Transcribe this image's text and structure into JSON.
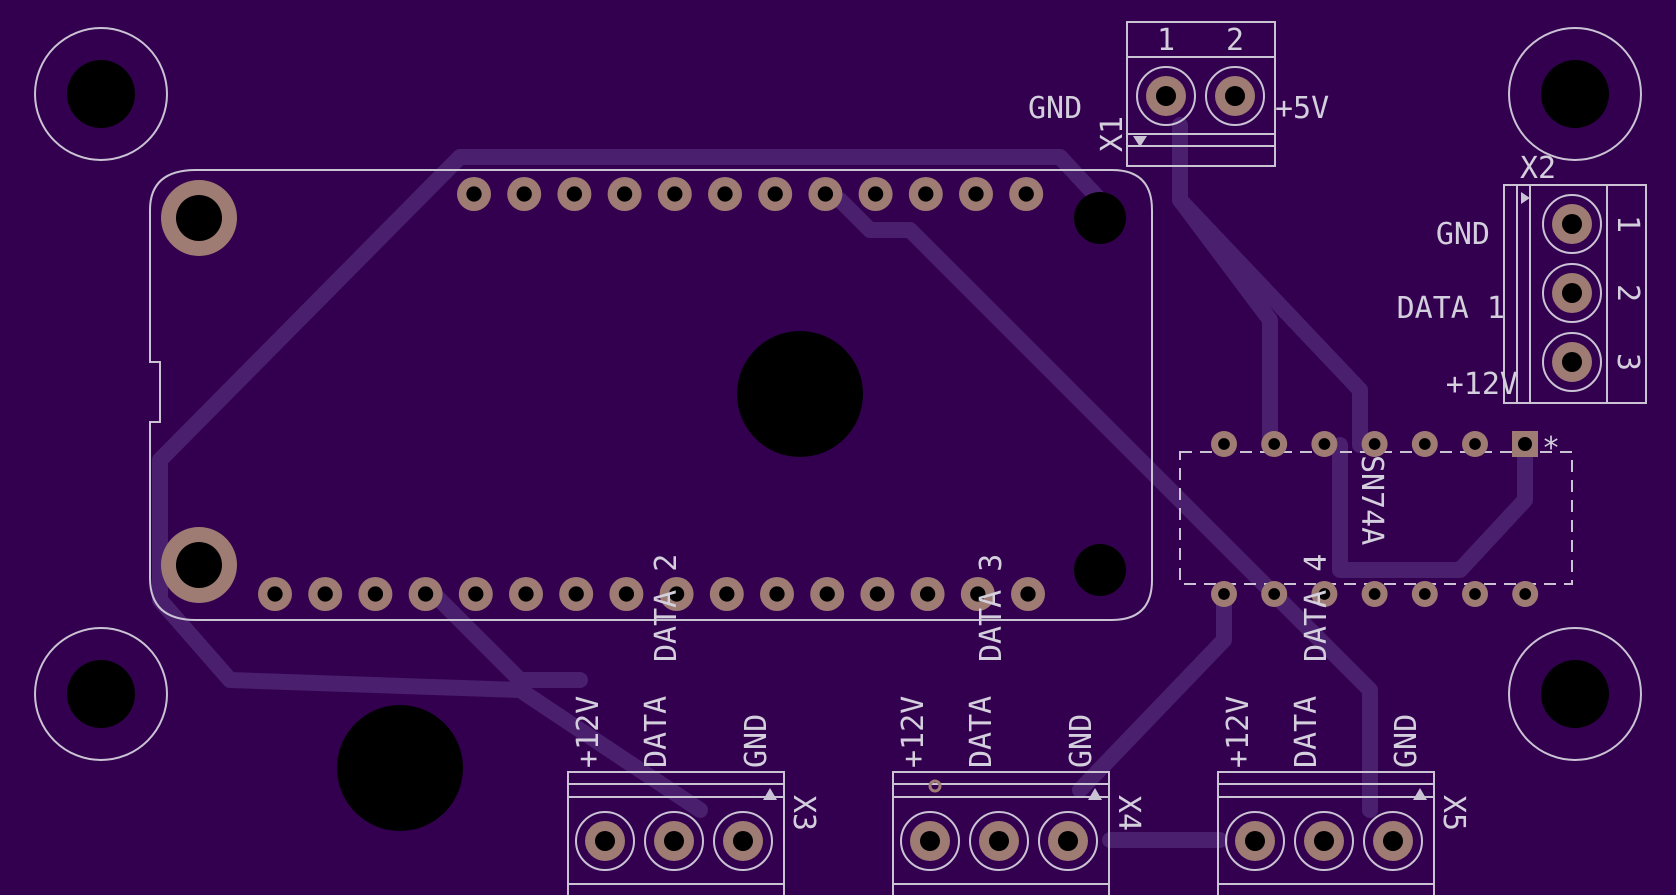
{
  "colors": {
    "board": "#33004f",
    "trace": "#4a1f6e",
    "silkscreen": "#c9c3d4",
    "pad": "#9e7c73",
    "drill": "#000000"
  },
  "connectors": {
    "x1": {
      "ref": "X1",
      "pin_numbers": [
        "1",
        "2"
      ],
      "left_label": "GND",
      "right_label": "+5V"
    },
    "x2": {
      "ref": "X2",
      "pin_numbers": [
        "1",
        "2",
        "3"
      ],
      "labels": [
        "GND",
        "DATA 1",
        "+12V"
      ]
    },
    "x3": {
      "ref": "X3",
      "title": "DATA 2",
      "labels": [
        "+12V",
        "DATA",
        "GND"
      ]
    },
    "x4": {
      "ref": "X4",
      "title": "DATA 3",
      "labels": [
        "+12V",
        "DATA",
        "GND"
      ]
    },
    "x5": {
      "ref": "X5",
      "title": "DATA 4",
      "labels": [
        "+12V",
        "DATA",
        "GND"
      ]
    }
  },
  "ic": {
    "label": "SN74A",
    "pin1_marker": "*"
  }
}
